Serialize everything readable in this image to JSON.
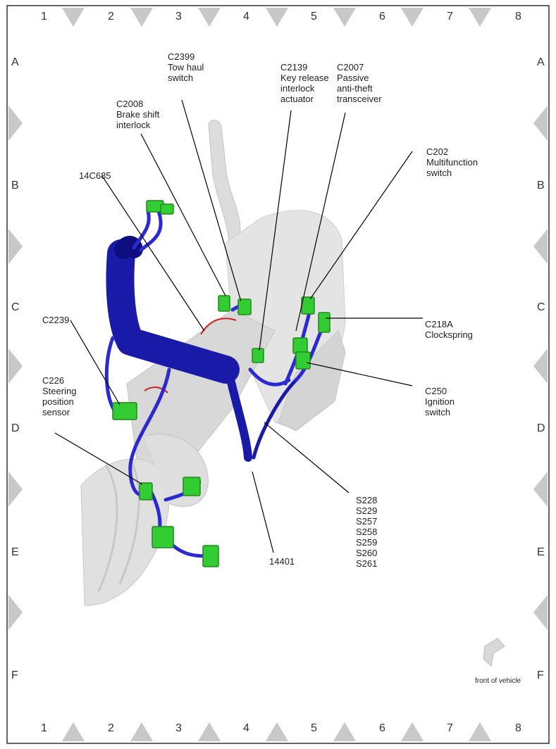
{
  "grid": {
    "columns": [
      "1",
      "2",
      "3",
      "4",
      "5",
      "6",
      "7",
      "8"
    ],
    "rows": [
      "A",
      "B",
      "C",
      "D",
      "E",
      "F"
    ]
  },
  "callouts": {
    "c2399": "C2399\nTow haul\nswitch",
    "c2139": "C2139\nKey release\ninterlock\nactuator",
    "c2007": "C2007\nPassive\nanti-theft\ntransceiver",
    "c2008": "C2008\nBrake shift\ninterlock",
    "c202": "C202\nMultifunction\nswitch",
    "h14c685": "14C685",
    "c2239": "C2239",
    "c218a": "C218A\nClockspring",
    "c226": "C226\nSteering\nposition\nsensor",
    "c250": "C250\nIgnition\nswitch",
    "splices": "S228\nS229\nS257\nS258\nS259\nS260\nS261",
    "h14401": "14401"
  },
  "front_of_vehicle": "front of vehicle",
  "colors": {
    "harness": "#1a1aa8",
    "harness_dark": "#0d0d80",
    "connector": "#33cc33",
    "connector_dark": "#1d8a1d",
    "red_wire": "#cc2222",
    "housing": "#e2e2e2",
    "border_marker": "#c8c8c8"
  }
}
